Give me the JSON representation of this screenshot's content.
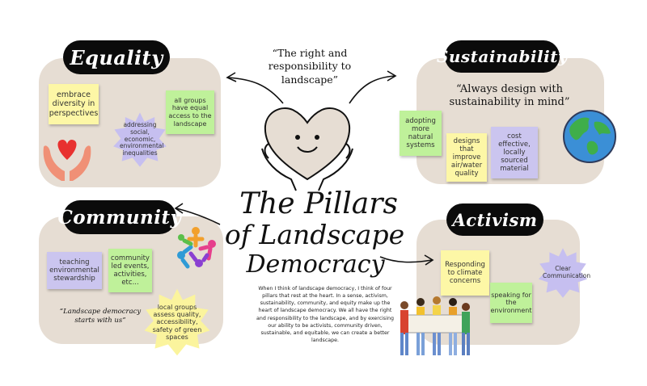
{
  "top_quote": "“The right and responsibility to landscape”",
  "title_lines": [
    "The Pillars",
    "of Landscape",
    "Democracy"
  ],
  "description": "When I think of landscape democracy, I think of four pillars that rest at the heart. In a sense, activism, sustainability, community, and equity make up the heart of landscape democracy. We all have the right and responsibility to the landscape, and by exercising our ability to be activists, community driven, sustainable, and equitable, we can create a better landscape.",
  "equality": {
    "label": "Equality",
    "notes": [
      "embrace diversity in perspectives",
      "all groups have equal access to the landscape"
    ],
    "star": "addressing social, economic, environmental inequalities"
  },
  "sustainability": {
    "label": "Sustainability",
    "quote": "“Always design with sustainability in mind”",
    "notes": [
      "adopting more natural systems",
      "designs that improve air/water quality",
      "cost effective, locally sourced material"
    ]
  },
  "community": {
    "label": "Community",
    "notes": [
      "teaching environmental stewardship",
      "community led events, activities, etc..."
    ],
    "quote": "“Landscape democracy starts with us”",
    "star": "local groups assess quality, accessibility, safety of green spaces"
  },
  "activism": {
    "label": "Activism",
    "notes": [
      "Responding to climate concerns",
      "speaking for the environment"
    ],
    "star": "Clear Communication"
  },
  "colors": {
    "panel": "#e6ddd3",
    "pill": "#0b0b0b",
    "note_yellow": "#fdf7a6",
    "note_green": "#bff19a",
    "note_purple": "#cbc5ef",
    "star_purple": "#c6bff0",
    "star_yellow": "#fbf49d"
  },
  "icons": [
    "heart-hands-icon",
    "globe-icon",
    "smiling-heart-icon",
    "people-circle-icon",
    "protesters-icon",
    "arrow-icon"
  ]
}
